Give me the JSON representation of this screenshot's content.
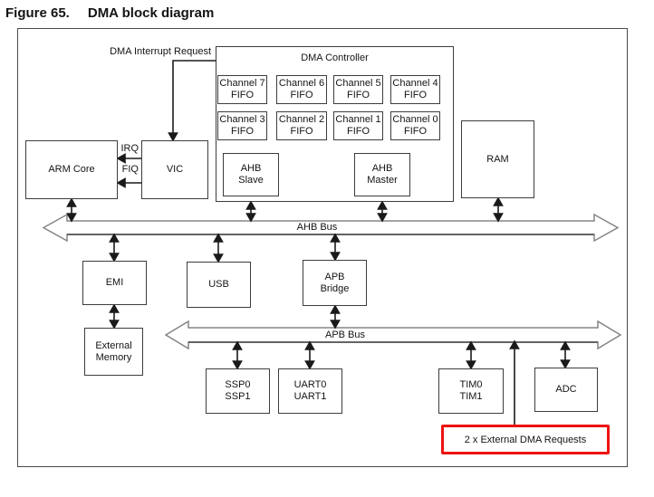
{
  "title": {
    "figure_label": "Figure 65.",
    "figure_name": "DMA block diagram"
  },
  "labels": {
    "dma_interrupt_request": "DMA Interrupt Request",
    "irq": "IRQ",
    "fiq": "FIQ",
    "ahb_bus": "AHB Bus",
    "apb_bus": "APB Bus"
  },
  "blocks": {
    "dma_controller": "DMA Controller",
    "channels": [
      "Channel 7\nFIFO",
      "Channel 6\nFIFO",
      "Channel 5\nFIFO",
      "Channel 4\nFIFO",
      "Channel 3\nFIFO",
      "Channel 2\nFIFO",
      "Channel 1\nFIFO",
      "Channel 0\nFIFO"
    ],
    "ahb_slave": "AHB\nSlave",
    "ahb_master": "AHB\nMaster",
    "ram": "RAM",
    "arm_core": "ARM Core",
    "vic": "VIC",
    "emi": "EMI",
    "usb": "USB",
    "apb_bridge": "APB\nBridge",
    "external_memory": "External\nMemory",
    "ssp": "SSP0\nSSP1",
    "uart": "UART0\nUART1",
    "tim": "TIM0\nTIM1",
    "adc": "ADC"
  },
  "highlight": {
    "external_dma_requests": "2 x External DMA Requests"
  },
  "colors": {
    "highlight_red": "#ee1111",
    "wire_black": "#1a1a1a",
    "bus_gray": "#858585"
  }
}
